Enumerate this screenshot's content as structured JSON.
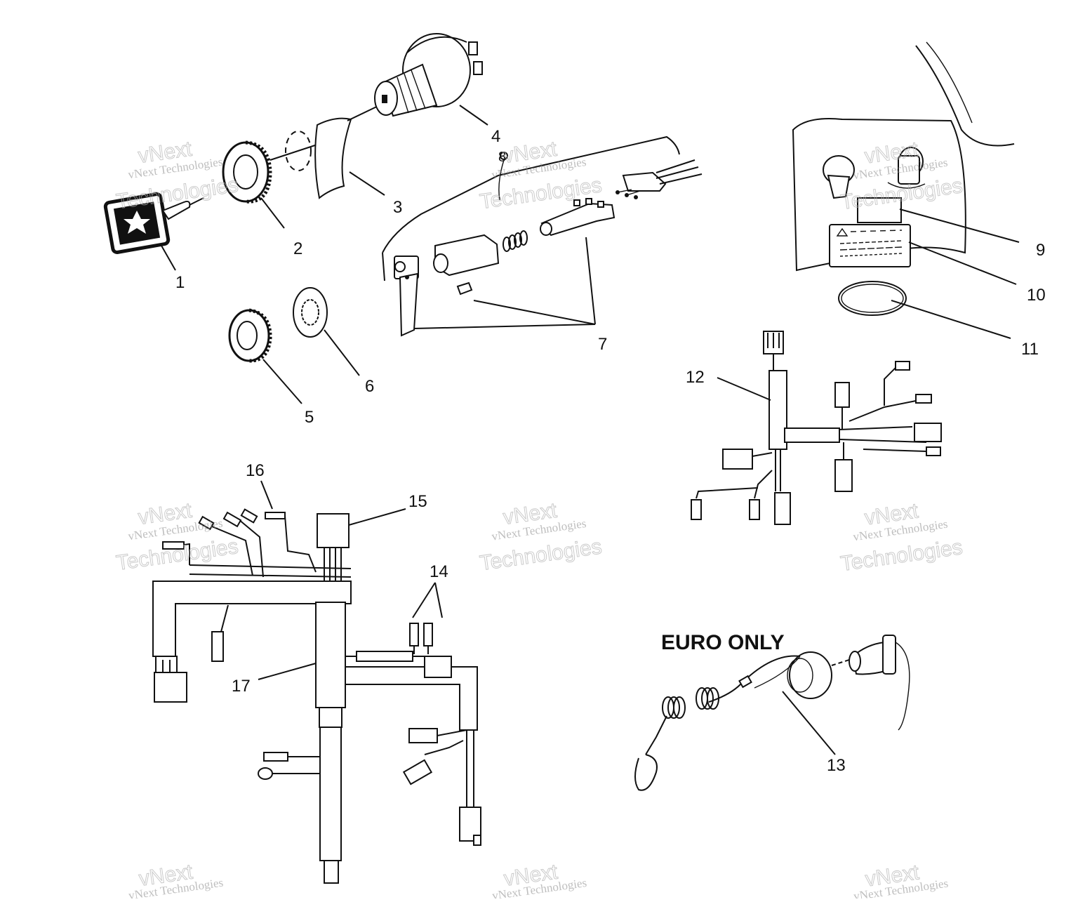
{
  "callouts": {
    "c1": "1",
    "c2": "2",
    "c3": "3",
    "c4": "4",
    "c5": "5",
    "c6": "6",
    "c7": "7",
    "c8": "8",
    "c9": "9",
    "c10": "10",
    "c11": "11",
    "c12": "12",
    "c13": "13",
    "c14": "14",
    "c15": "15",
    "c16": "16",
    "c17": "17"
  },
  "euro_label": "EURO ONLY",
  "watermark": {
    "small": "vNext Technologies",
    "large_top": "vNext",
    "large_bottom": "Technologies"
  }
}
